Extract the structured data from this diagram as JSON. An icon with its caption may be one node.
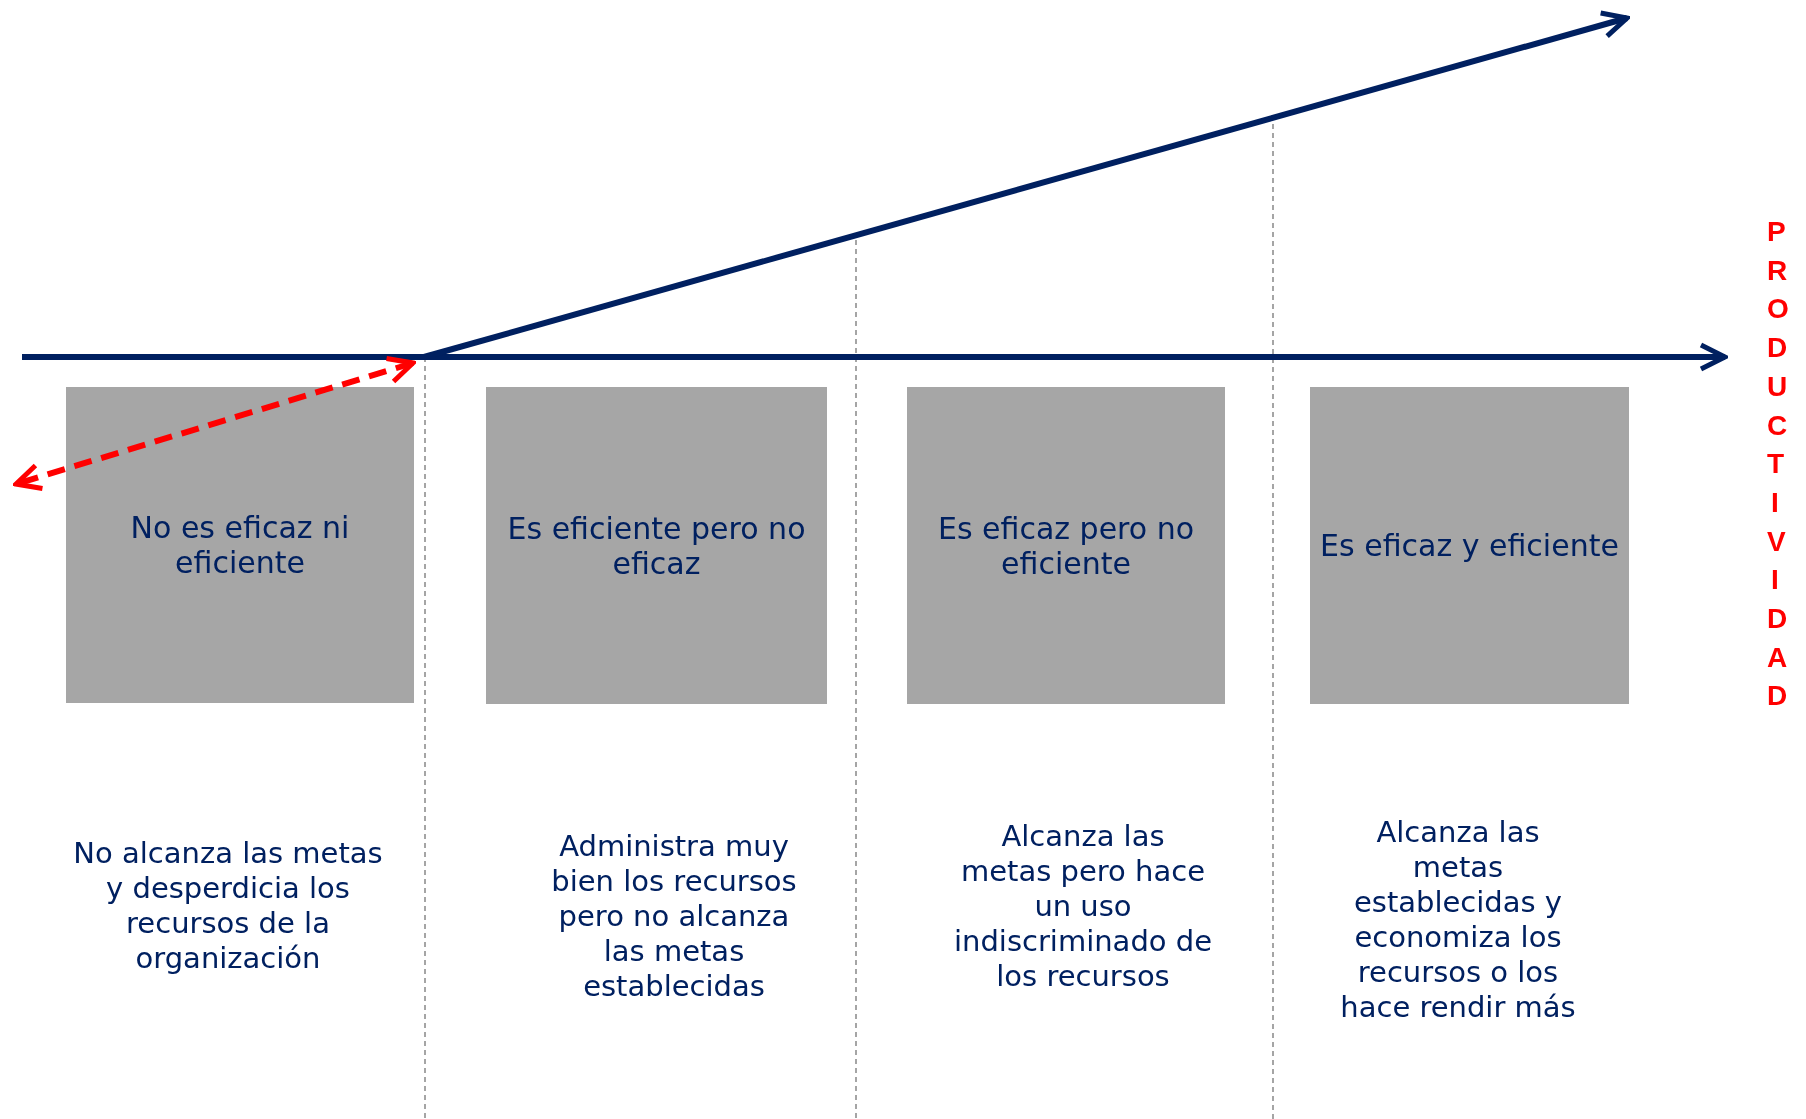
{
  "diagram": {
    "nodes": [
      {
        "text": [
          "No es eficaz ni eficiente"
        ]
      },
      {
        "text": [
          "Es eficiente pero no eficaz"
        ]
      },
      {
        "text": [
          "Es eficaz pero no eficiente"
        ]
      },
      {
        "text": [
          "Es eficaz y eficiente"
        ]
      }
    ],
    "labels": [
      "PRODUCTIVIDAD",
      "No alcanza las metas y desperdicia los recursos de la organización",
      "Administra muy bien los recursos pero no alcanza las metas establecidas",
      "Alcanza las metas pero hace un uso indiscriminado de los recursos",
      "Alcanza las metas establecidas y economiza los recursos o los hace rendir más"
    ]
  }
}
